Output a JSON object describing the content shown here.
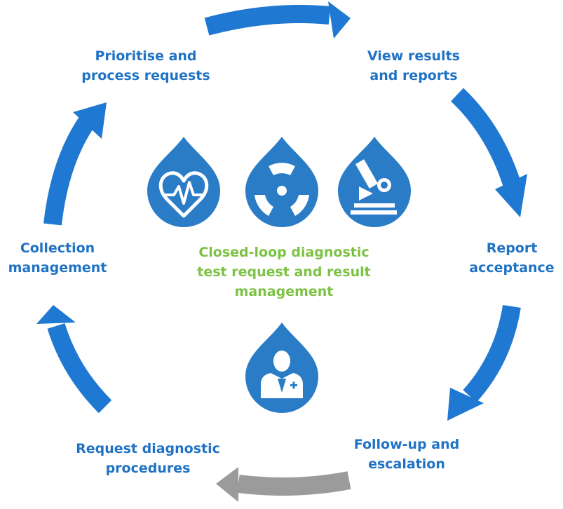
{
  "steps": [
    {
      "id": "prioritise",
      "lines": [
        "Prioritise and",
        "process requests"
      ]
    },
    {
      "id": "view",
      "lines": [
        "View results",
        "and reports"
      ]
    },
    {
      "id": "acceptance",
      "lines": [
        "Report",
        "acceptance"
      ]
    },
    {
      "id": "followup",
      "lines": [
        "Follow-up and",
        "escalation"
      ]
    },
    {
      "id": "request",
      "lines": [
        "Request diagnostic",
        "procedures"
      ]
    },
    {
      "id": "collection",
      "lines": [
        "Collection",
        "management"
      ]
    }
  ],
  "center": {
    "lines": [
      "Closed-loop diagnostic",
      "test request and result",
      "management"
    ]
  },
  "icons": [
    "heart-monitor-icon",
    "radiation-icon",
    "microscope-icon",
    "doctor-icon"
  ],
  "colors": {
    "arrow": "#1f78d1",
    "arrow_inactive": "#9b9b9b",
    "drop": "#2a7cc7",
    "text": "#1f72c4",
    "center_text": "#7cc243"
  }
}
